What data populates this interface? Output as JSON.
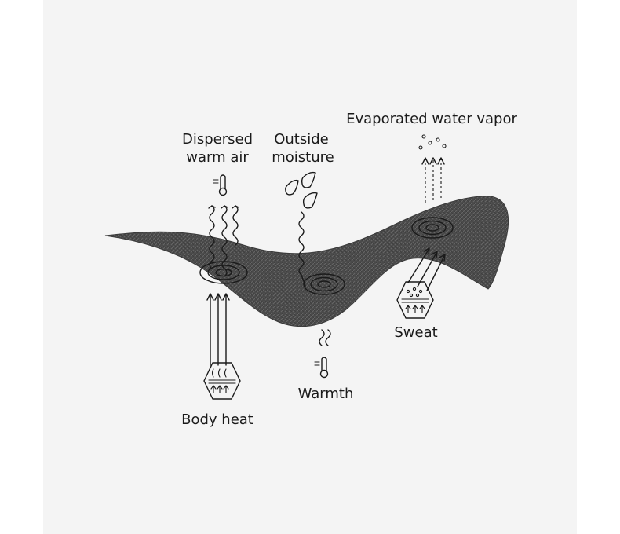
{
  "labels": {
    "dispersed_line1": "Dispersed",
    "dispersed_line2": "warm air",
    "outside_line1": "Outside",
    "outside_line2": "moisture",
    "evaporated": "Evaporated water vapor",
    "sweat": "Sweat",
    "warmth": "Warmth",
    "body_heat": "Body heat"
  },
  "colors": {
    "background": "#f4f4f4",
    "fabric": "#4a4a4a",
    "ink": "#1a1a1a"
  },
  "icons": {
    "thermometer": "thermometer-icon",
    "droplets": "water-droplets-icon",
    "heat_source": "body-heat-hexagon-icon",
    "sweat_source": "sweat-hexagon-icon"
  }
}
